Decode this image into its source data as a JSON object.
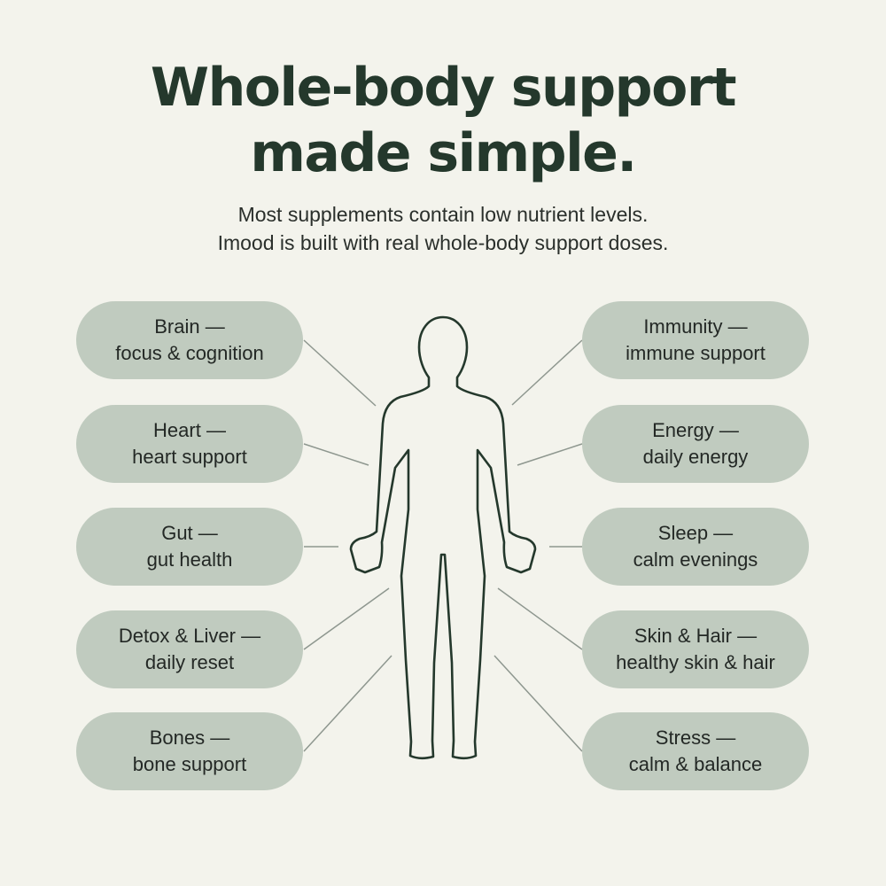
{
  "headline": {
    "line1": "Whole-body support",
    "line2": "made simple."
  },
  "subheadline": {
    "line1": "Most supplements contain low nutrient levels.",
    "line2": "Imood is built with real whole-body support doses."
  },
  "benefits_left": [
    {
      "area": "Brain —",
      "benefit": "focus & cognition"
    },
    {
      "area": "Heart —",
      "benefit": "heart support"
    },
    {
      "area": "Gut —",
      "benefit": "gut health"
    },
    {
      "area": "Detox & Liver —",
      "benefit": "daily reset"
    },
    {
      "area": "Bones —",
      "benefit": "bone support"
    }
  ],
  "benefits_right": [
    {
      "area": "Immunity —",
      "benefit": "immune support"
    },
    {
      "area": "Energy —",
      "benefit": "daily energy"
    },
    {
      "area": "Sleep —",
      "benefit": "calm evenings"
    },
    {
      "area": "Skin & Hair —",
      "benefit": "healthy skin & hair"
    },
    {
      "area": "Stress —",
      "benefit": "calm & balance"
    }
  ],
  "colors": {
    "background": "#f3f3ec",
    "headline": "#24382c",
    "pill": "#c0cbbf",
    "outline": "#24382c",
    "connector": "#8e978f"
  },
  "icons": {
    "figure": "human-body-outline-icon"
  }
}
